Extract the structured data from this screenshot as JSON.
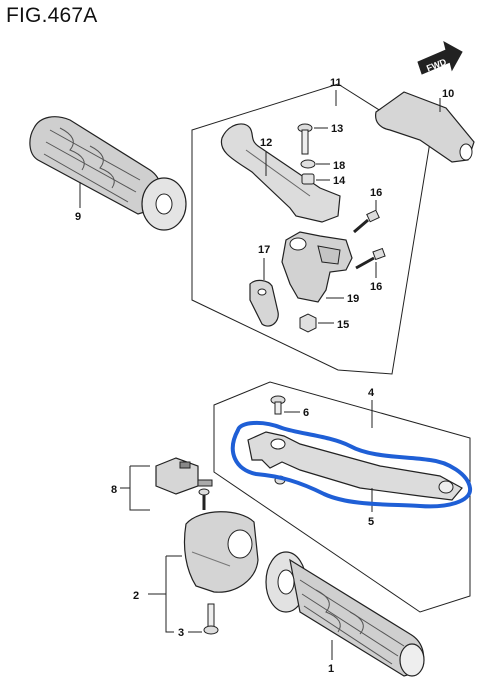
{
  "figure": {
    "title": "FIG.467A",
    "fwd_label": "FWD"
  },
  "callouts": {
    "c1": "1",
    "c2": "2",
    "c3": "3",
    "c4": "4",
    "c5": "5",
    "c6": "6",
    "c8": "8",
    "c9": "9",
    "c10": "10",
    "c11": "11",
    "c12": "12",
    "c13": "13",
    "c14": "14",
    "c15": "15",
    "c16a": "16",
    "c16b": "16",
    "c17": "17",
    "c18": "18",
    "c19": "19"
  },
  "colors": {
    "line": "#222222",
    "highlight": "#1f5fd6",
    "part_fill": "#d8d8d8",
    "part_dark": "#555555"
  },
  "icons": [
    "fwd-arrow-icon"
  ]
}
